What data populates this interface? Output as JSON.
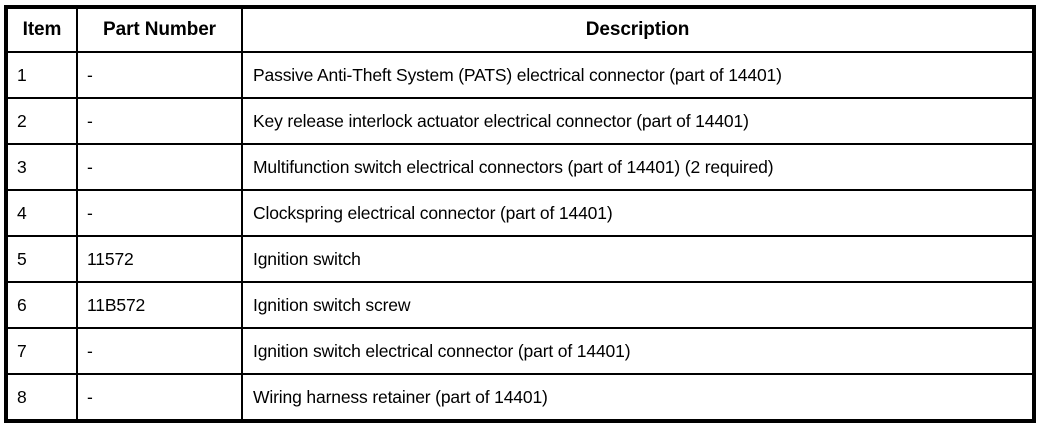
{
  "table": {
    "columns": [
      {
        "key": "item",
        "label": "Item"
      },
      {
        "key": "part_number",
        "label": "Part Number"
      },
      {
        "key": "description",
        "label": "Description"
      }
    ],
    "rows": [
      {
        "item": "1",
        "part_number": "-",
        "description": "Passive Anti-Theft System (PATS) electrical connector (part of 14401)"
      },
      {
        "item": "2",
        "part_number": "-",
        "description": "Key release interlock actuator electrical connector (part of 14401)"
      },
      {
        "item": "3",
        "part_number": "-",
        "description": "Multifunction switch electrical connectors (part of 14401) (2 required)"
      },
      {
        "item": "4",
        "part_number": "-",
        "description": "Clockspring electrical connector (part of 14401)"
      },
      {
        "item": "5",
        "part_number": "11572",
        "description": "Ignition switch"
      },
      {
        "item": "6",
        "part_number": "11B572",
        "description": "Ignition switch screw"
      },
      {
        "item": "7",
        "part_number": "-",
        "description": "Ignition switch electrical connector (part of 14401)"
      },
      {
        "item": "8",
        "part_number": "-",
        "description": "Wiring harness retainer (part of 14401)"
      }
    ]
  },
  "colors": {
    "background": "#ffffff",
    "text": "#000000",
    "border": "#000000"
  }
}
